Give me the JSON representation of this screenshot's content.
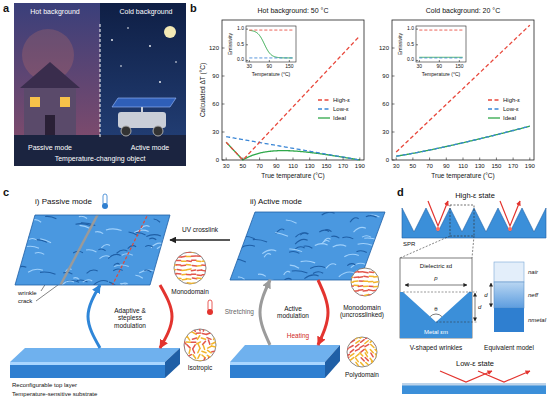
{
  "diagram": {
    "nodes": [
      {
        "text": [
          "i) Passive mode",
          "Monodomain"
        ]
      },
      {
        "text": [
          "ii) Active mode",
          "Monodomain (uncrosslinked)"
        ]
      },
      {
        "text": [
          "Isotropic"
        ]
      },
      {
        "text": [
          "Polydomain"
        ]
      }
    ],
    "edges": [
      {
        "from": 1,
        "to": 0,
        "arrow": "to",
        "label": "UV crosslink"
      },
      {
        "from": 2,
        "to": 0,
        "arrow": "to"
      },
      {
        "from": 0,
        "to": 2,
        "arrow": "to"
      },
      {
        "from": 3,
        "to": 1,
        "arrow": "to",
        "label": "Stretching"
      },
      {
        "from": 1,
        "to": 3,
        "arrow": "to",
        "label": "Heating"
      }
    ],
    "labels": [
      "a",
      "b",
      "c",
      "d",
      "Hot background",
      "Cold background",
      "Passive mode",
      "Active mode",
      "Temperature-changing object",
      "Hot background: 50 °C",
      "Calculated ΔT (°C)",
      "True temperature (°C)",
      "0",
      "30",
      "60",
      "90",
      "120",
      "30",
      "50",
      "70",
      "90",
      "110",
      "130",
      "150",
      "170",
      "190",
      "Emissivity",
      "1.0",
      "0.5",
      "0.0",
      "30",
      "90",
      "150",
      "Temperature (°C)",
      "Cold background: 20 °C",
      "True temperature (°C)",
      "0",
      "30",
      "60",
      "90",
      "120",
      "30",
      "50",
      "70",
      "90",
      "110",
      "130",
      "150",
      "170",
      "190",
      "Emissivity",
      "1.0",
      "0.5",
      "0.0",
      "30",
      "90",
      "150",
      "Temperature (°C)",
      "wrinkle",
      "crack",
      "Adaptive & stepless modulation",
      "Active modulation",
      "Reconfigurable top layer",
      "Temperature-sensitive substrate",
      "High-ε state",
      "SPR",
      "Dielectric εd",
      "Metal εm",
      "p",
      "θ",
      "d",
      "V-shaped wrinkles",
      "nair",
      "neff",
      "nmetal",
      "d",
      "Equivalent model",
      "Low-ε state"
    ],
    "legend": [
      {
        "text": "High-ε"
      },
      {
        "text": "Low-ε"
      },
      {
        "text": "Ideal"
      },
      {
        "text": "High-ε"
      },
      {
        "text": "Low-ε"
      },
      {
        "text": "Ideal"
      }
    ]
  }
}
